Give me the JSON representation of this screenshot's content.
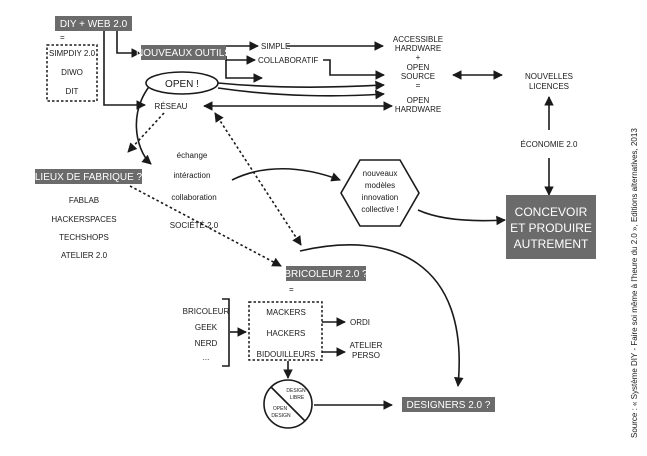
{
  "nodes": {
    "diy_web": "DIY + WEB 2.0",
    "equals_1": "=",
    "simpdiy": "SIMPDIY 2.0",
    "diwo": "DIWO",
    "dit": "DIT",
    "nouveaux_outils": "NOUVEAUX OUTILS",
    "simple": "SIMPLE",
    "collaboratif": "COLLABORATIF",
    "accessible_hardware": [
      "ACCESSIBLE",
      "HARDWARE",
      "+"
    ],
    "open_source": [
      "OPEN",
      "SOURCE",
      "="
    ],
    "open_hardware": [
      "OPEN",
      "HARDWARE"
    ],
    "open": "OPEN !",
    "reseau": "RÉSEAU",
    "nouvelles_licences": [
      "NOUVELLES",
      "LICENCES"
    ],
    "economie": "ÉCONOMIE 2.0",
    "lieux": "LIEUX DE FABRIQUE ?",
    "lieux_list": [
      "FABLAB",
      "HACKERSPACES",
      "TECHSHOPS",
      "ATELIER 2.0"
    ],
    "web_values": [
      "échange",
      "intéraction",
      "collaboration",
      "SOCIÉTÉ 2.0"
    ],
    "hexagon": [
      "nouveaux",
      "modèles",
      "innovation",
      "collective !"
    ],
    "concevoir": [
      "CONCEVOIR",
      "ET PRODUIRE",
      "AUTREMENT"
    ],
    "bricoleur_q": "BRICOLEUR 2.0 ?",
    "equals_2": "=",
    "left_list": [
      "BRICOLEUR",
      "GEEK",
      "NERD",
      "..."
    ],
    "inner_list": [
      "MACKERS",
      "HACKERS",
      "BIDOUILLEURS"
    ],
    "ordi": "ORDI",
    "atelier_perso": [
      "ATELIER",
      "PERSO"
    ],
    "design_libre": [
      "DESIGN",
      "LIBRE"
    ],
    "open_design": [
      "OPEN",
      "DESIGN"
    ],
    "designers": "DESIGNERS 2.0 ?"
  },
  "source": "Source : « Système DIY - Faire soi même à l’heure du 2.0 », Editions alternatives, 2013",
  "colors": {
    "box": "#6b6b6b",
    "ink": "#1a1a1a",
    "background": "#ffffff"
  }
}
